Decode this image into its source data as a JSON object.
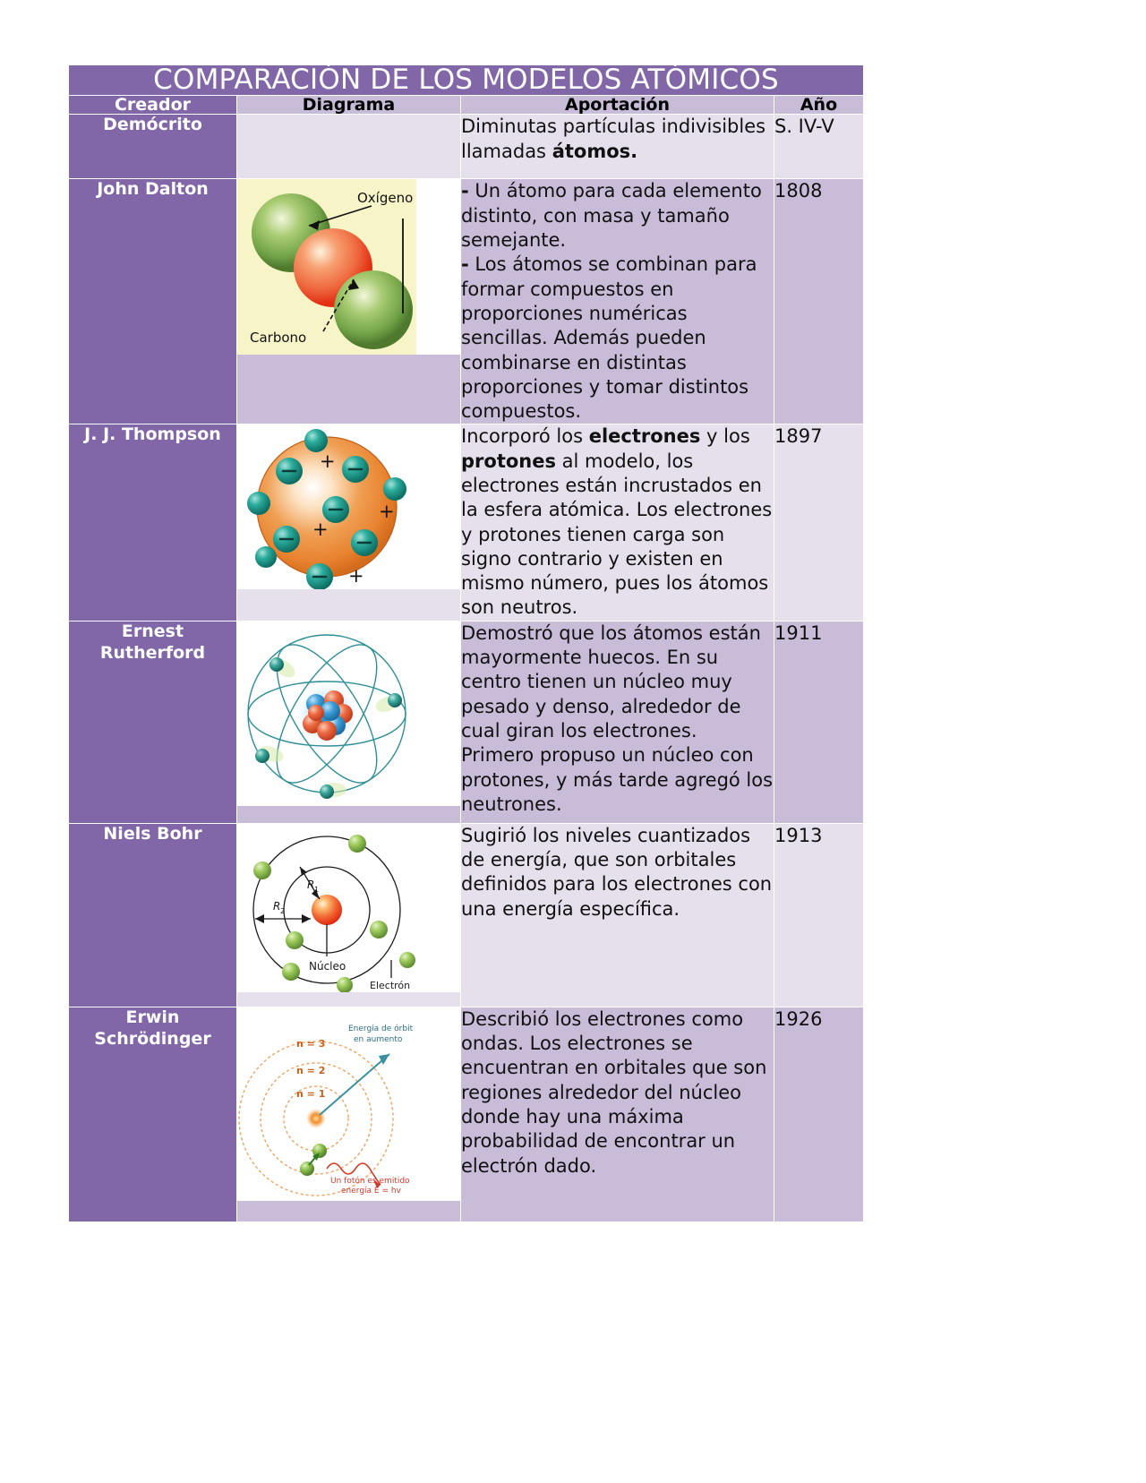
{
  "document": {
    "title": "COMPARACIÓN DE LOS MODELOS ATÓMICOS",
    "colors": {
      "header_purple": "#8166a8",
      "row_light": "#e5e0ec",
      "row_dark": "#c9bcd9",
      "title_text": "#ffffff",
      "body_text": "#111111"
    }
  },
  "table": {
    "columns": [
      {
        "key": "creador",
        "label": "Creador"
      },
      {
        "key": "diagrama",
        "label": "Diagrama"
      },
      {
        "key": "aportacion",
        "label": "Aportación"
      },
      {
        "key": "anio",
        "label": "Año"
      }
    ],
    "rows": [
      {
        "creator": "Demócrito",
        "diagram": null,
        "contribution_plain": "Diminutas partículas indivisibles llamadas átomos.",
        "contribution_parts": [
          {
            "text": "Diminutas partículas indivisibles llamadas ",
            "bold": false
          },
          {
            "text": "átomos.",
            "bold": true
          }
        ],
        "year": "S. IV-V"
      },
      {
        "creator": "John Dalton",
        "diagram": {
          "name": "dalton-molecule-diagram",
          "description": "Modelo de esferas de una molécula con átomos de oxígeno y carbono",
          "background": "#f7f5c8",
          "labels": [
            "Oxígeno",
            "Carbono"
          ],
          "sphere_colors": {
            "oxigeno": "#7aa84f",
            "carbono": "#e8563a"
          }
        },
        "contribution_plain": "- Un átomo para cada elemento distinto, con masa y tamaño semejante.\n- Los átomos se combinan para formar compuestos en proporciones numéricas sencillas. Además pueden combinarse en distintas proporciones y tomar distintos compuestos.",
        "contribution_parts": [
          {
            "text": "-",
            "bold": true
          },
          {
            "text": " Un átomo para cada elemento distinto, con masa y tamaño semejante.",
            "bold": false
          },
          {
            "text": "\n",
            "bold": false
          },
          {
            "text": "-",
            "bold": true
          },
          {
            "text": " Los átomos se combinan para formar compuestos en proporciones numéricas sencillas. Además pueden combinarse en distintas proporciones y tomar distintos compuestos.",
            "bold": false
          }
        ],
        "year": "1808"
      },
      {
        "creator": "J. J. Thompson",
        "diagram": {
          "name": "thompson-plum-pudding-diagram",
          "description": "Esfera naranja de carga positiva con electrones incrustados y signos + y −",
          "background": "#ffffff",
          "labels": [
            "+",
            "−"
          ],
          "sphere_colors": {
            "esfera": "#ed8733",
            "electron": "#199a8e"
          }
        },
        "contribution_plain": "Incorporó los electrones y los protones al modelo, los electrones están incrustados en la esfera atómica. Los electrones y protones tienen carga son signo contrario y existen en mismo número, pues los átomos son neutros.",
        "contribution_parts": [
          {
            "text": "Incorporó los ",
            "bold": false
          },
          {
            "text": "electrones",
            "bold": true
          },
          {
            "text": " y los ",
            "bold": false
          },
          {
            "text": "protones",
            "bold": true
          },
          {
            "text": " al modelo, los electrones están incrustados en la esfera atómica. Los electrones y protones tienen carga son signo contrario y existen en mismo número, pues los átomos son neutros.",
            "bold": false
          }
        ],
        "year": "1897"
      },
      {
        "creator": "Ernest Rutherford",
        "diagram": {
          "name": "rutherford-nuclear-atom-diagram",
          "description": "Núcleo central de protones y neutrones con electrones en órbitas elípticas",
          "background": "#ffffff",
          "labels": [],
          "sphere_colors": {
            "orbita": "#2e8f96",
            "proton": "#e8603f",
            "neutron": "#3f9fd8",
            "electron": "#2e8f96"
          }
        },
        "contribution_plain": "Demostró que los átomos están mayormente huecos. En su centro tienen un núcleo muy pesado y denso, alrededor de cual giran los electrones. Primero propuso un núcleo con protones, y más tarde agregó los neutrones.",
        "contribution_parts": [
          {
            "text": "Demostró que los átomos están mayormente huecos. En su centro tienen un núcleo muy pesado y denso, alrededor de cual giran los electrones. Primero propuso un núcleo con protones, y más tarde agregó los neutrones.",
            "bold": false
          }
        ],
        "year": "1911"
      },
      {
        "creator": "Niels Bohr",
        "diagram": {
          "name": "bohr-orbit-diagram",
          "description": "Órbitas circulares concéntricas con electrones verdes alrededor de un núcleo rojo",
          "background": "#ffffff",
          "labels": [
            "R₁",
            "R₂",
            "Núcleo",
            "Electrón"
          ],
          "sphere_colors": {
            "nucleo": "#e8441f",
            "electron": "#8dc152",
            "orbita": "#222222"
          }
        },
        "contribution_plain": "Sugirió los niveles cuantizados de energía, que son orbitales definidos para los electrones con una energía específica.",
        "contribution_parts": [
          {
            "text": "Sugirió los niveles cuantizados de energía, que son orbitales definidos para los electrones con una energía específica.",
            "bold": false
          }
        ],
        "year": "1913"
      },
      {
        "creator": "Erwin Schrödinger",
        "diagram": {
          "name": "schrodinger-orbital-diagram",
          "description": "Órbitas punteadas naranjas etiquetadas n=1, n=2, n=3 con flecha de energía y fotón emitido",
          "background": "#ffffff",
          "labels": [
            "n = 3",
            "n = 2",
            "n = 1",
            "Energía de órbita en aumento",
            "Un fotón es emitido con energía E = hv"
          ],
          "sphere_colors": {
            "orbita": "#f0a868",
            "nucleo": "#f08a33",
            "electron": "#8dc152",
            "flecha": "#3a8fa0",
            "texto_rojo": "#d13b2a"
          }
        },
        "contribution_plain": "Describió los electrones como ondas. Los electrones se encuentran en orbitales que son regiones alrededor del núcleo donde hay una máxima probabilidad de encontrar un electrón dado.",
        "contribution_parts": [
          {
            "text": "Describió los electrones como ondas. Los electrones se encuentran en orbitales que son regiones alrededor del núcleo donde hay una máxima probabilidad de encontrar un electrón dado.",
            "bold": false
          }
        ],
        "year": "1926"
      }
    ]
  }
}
